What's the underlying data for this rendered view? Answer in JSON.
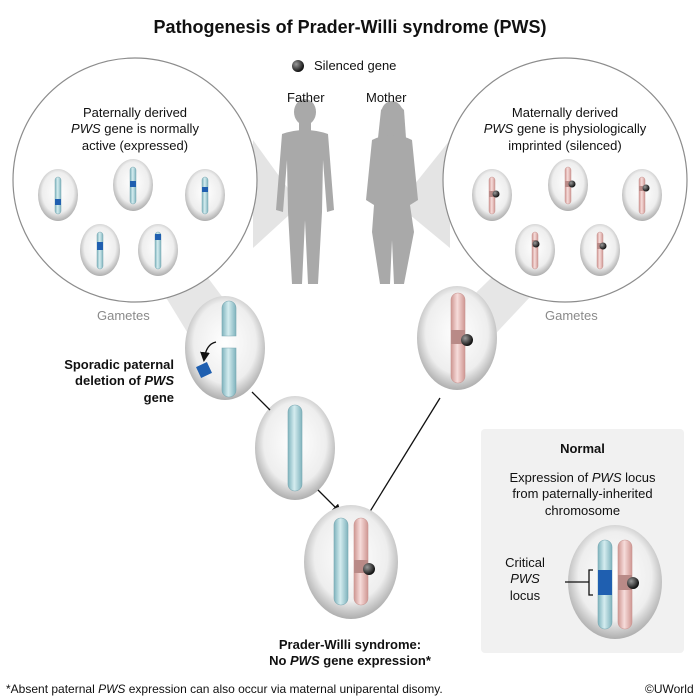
{
  "title": "Pathogenesis of Prader-Willi syndrome (PWS)",
  "legend": {
    "label": "Silenced gene"
  },
  "parents": {
    "father": "Father",
    "mother": "Mother"
  },
  "paternal_bubble": {
    "line1": "Paternally derived",
    "line2_gene": "PWS",
    "line2_rest": " gene is normally",
    "line3": "active (expressed)",
    "gametes": "Gametes"
  },
  "maternal_bubble": {
    "line1": "Maternally derived",
    "line2_gene": "PWS",
    "line2_rest": " gene is physiologically",
    "line3": "imprinted (silenced)",
    "gametes": "Gametes"
  },
  "deletion": {
    "line1": "Sporadic paternal",
    "line2_pre": "deletion of ",
    "line2_gene": "PWS",
    "line2_post": " gene"
  },
  "normal_box": {
    "heading": "Normal",
    "line1_pre": "Expression of ",
    "line1_gene": "PWS",
    "line1_post": " locus",
    "line2": "from paternally-inherited",
    "line3": "chromosome",
    "locus_line1": "Critical",
    "locus_line2": "PWS",
    "locus_line3": "locus"
  },
  "outcome": {
    "line1": "Prader-Willi syndrome:",
    "line2_pre": "No ",
    "line2_gene": "PWS",
    "line2_post": " gene expression*"
  },
  "footnote": {
    "pre": "*Absent paternal ",
    "gene": "PWS",
    "post": " expression can also occur via maternal uniparental disomy."
  },
  "credit": "©UWorld",
  "colors": {
    "paternal_chromosome": "#a9cfd5",
    "maternal_chromosome": "#e8b6b3",
    "pws_locus": "#1f5fb0",
    "silenced_region": "#b98a87",
    "silenced_dot": "#333333",
    "silhouette": "#a9a9a9",
    "normal_box_bg": "#f1f1f1"
  }
}
